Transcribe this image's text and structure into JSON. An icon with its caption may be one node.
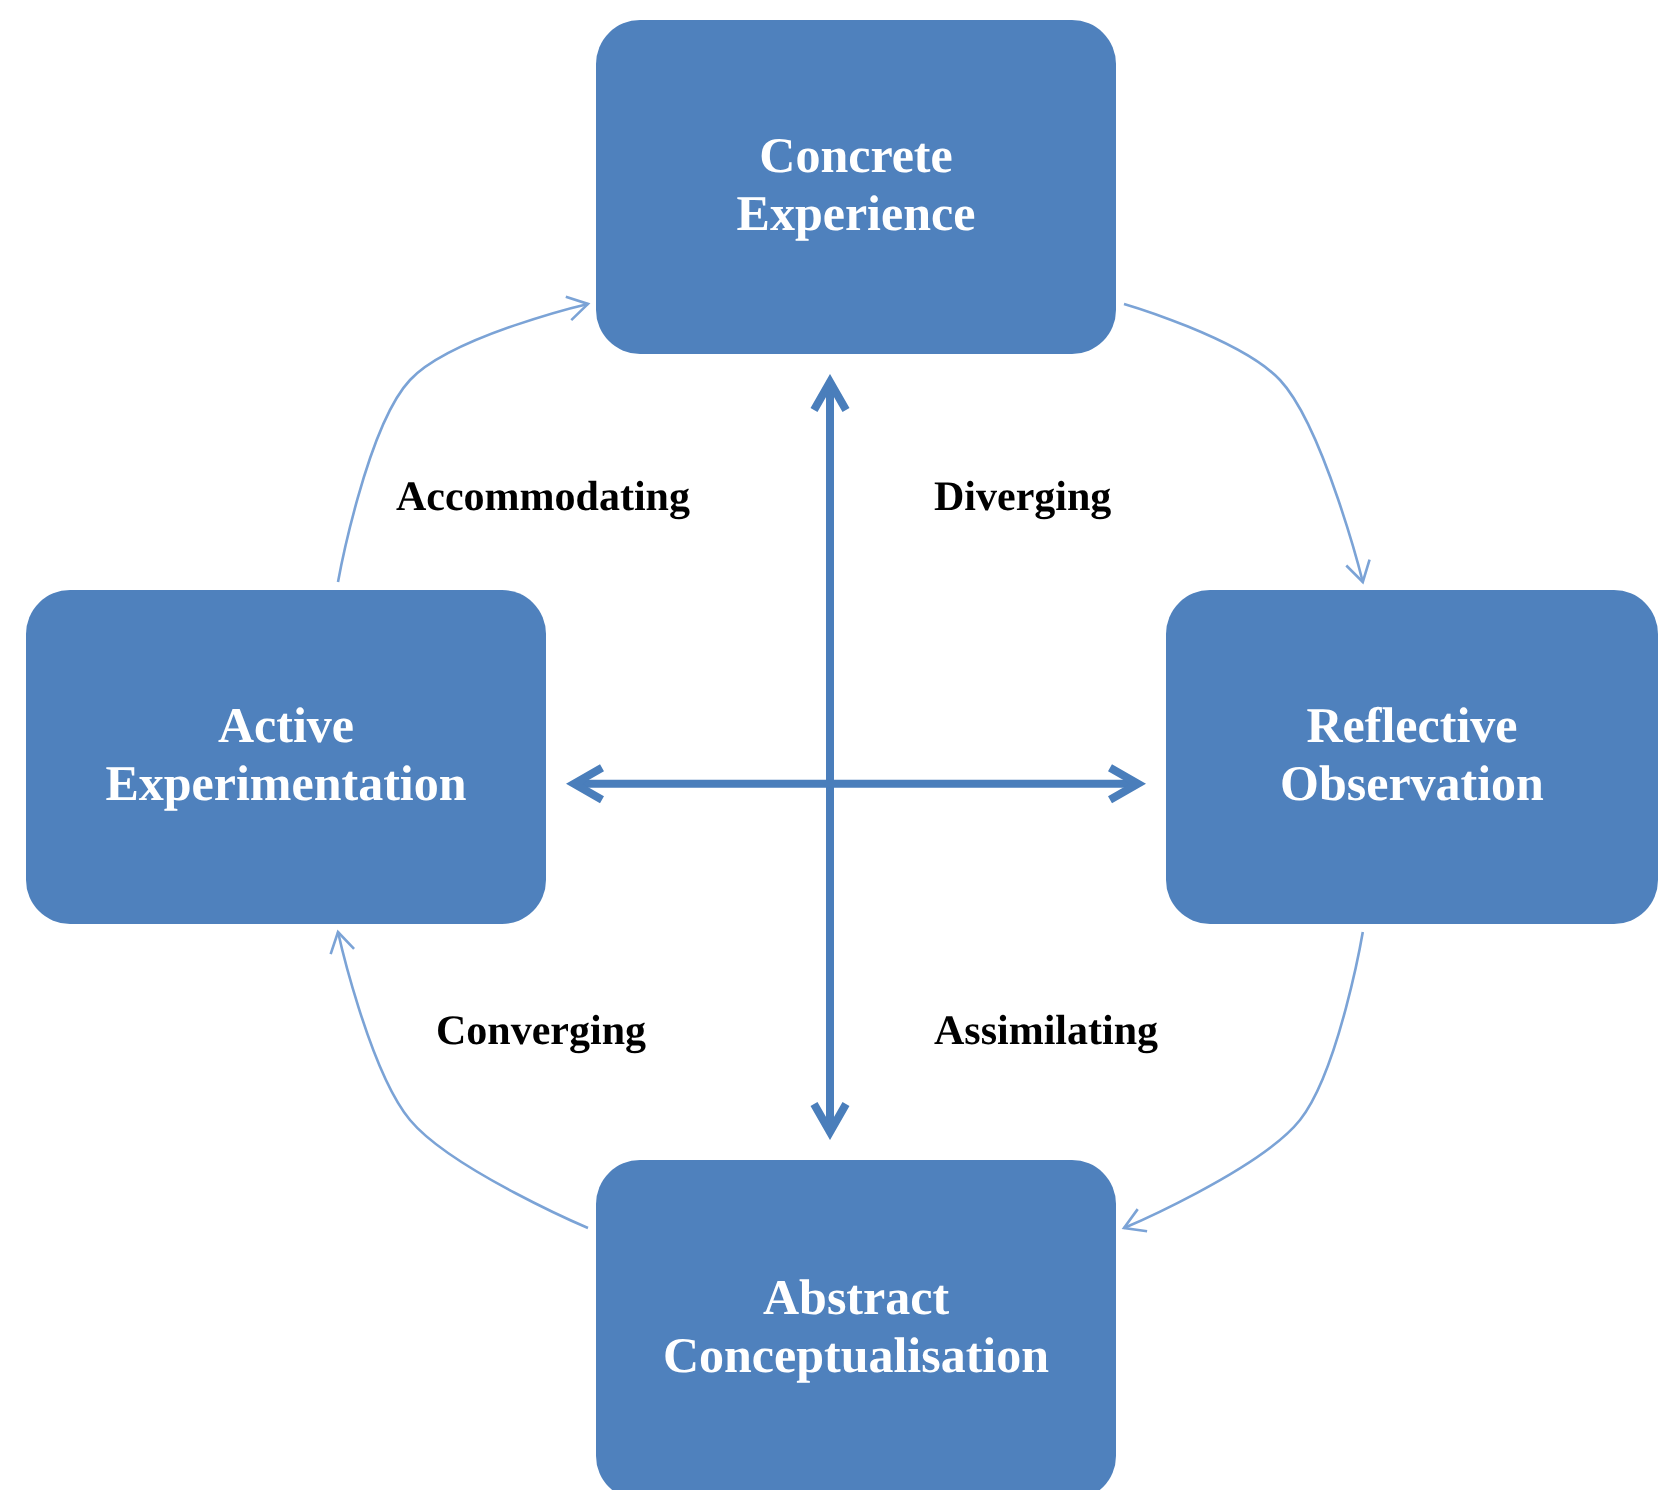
{
  "diagram": {
    "nodes": [
      {
        "text": [
          "Concrete Experience"
        ]
      },
      {
        "text": [
          "Reflective Observation"
        ]
      },
      {
        "text": [
          "Abstract Conceptualisation"
        ]
      },
      {
        "text": [
          "Active Experimentation"
        ]
      }
    ],
    "edges": [
      {
        "from": 0,
        "to": 2,
        "arrow": "both",
        "style": "thick",
        "color": "#4a7ebb"
      },
      {
        "from": 3,
        "to": 1,
        "arrow": "both",
        "style": "thick",
        "color": "#4a7ebb"
      },
      {
        "from": 0,
        "to": 1,
        "arrow": "to"
      },
      {
        "from": 1,
        "to": 2,
        "arrow": "to"
      },
      {
        "from": 2,
        "to": 3,
        "arrow": "to"
      },
      {
        "from": 3,
        "to": 0,
        "arrow": "to"
      }
    ],
    "labels": [
      "Accommodating",
      "Diverging",
      "Converging",
      "Assimilating"
    ]
  }
}
